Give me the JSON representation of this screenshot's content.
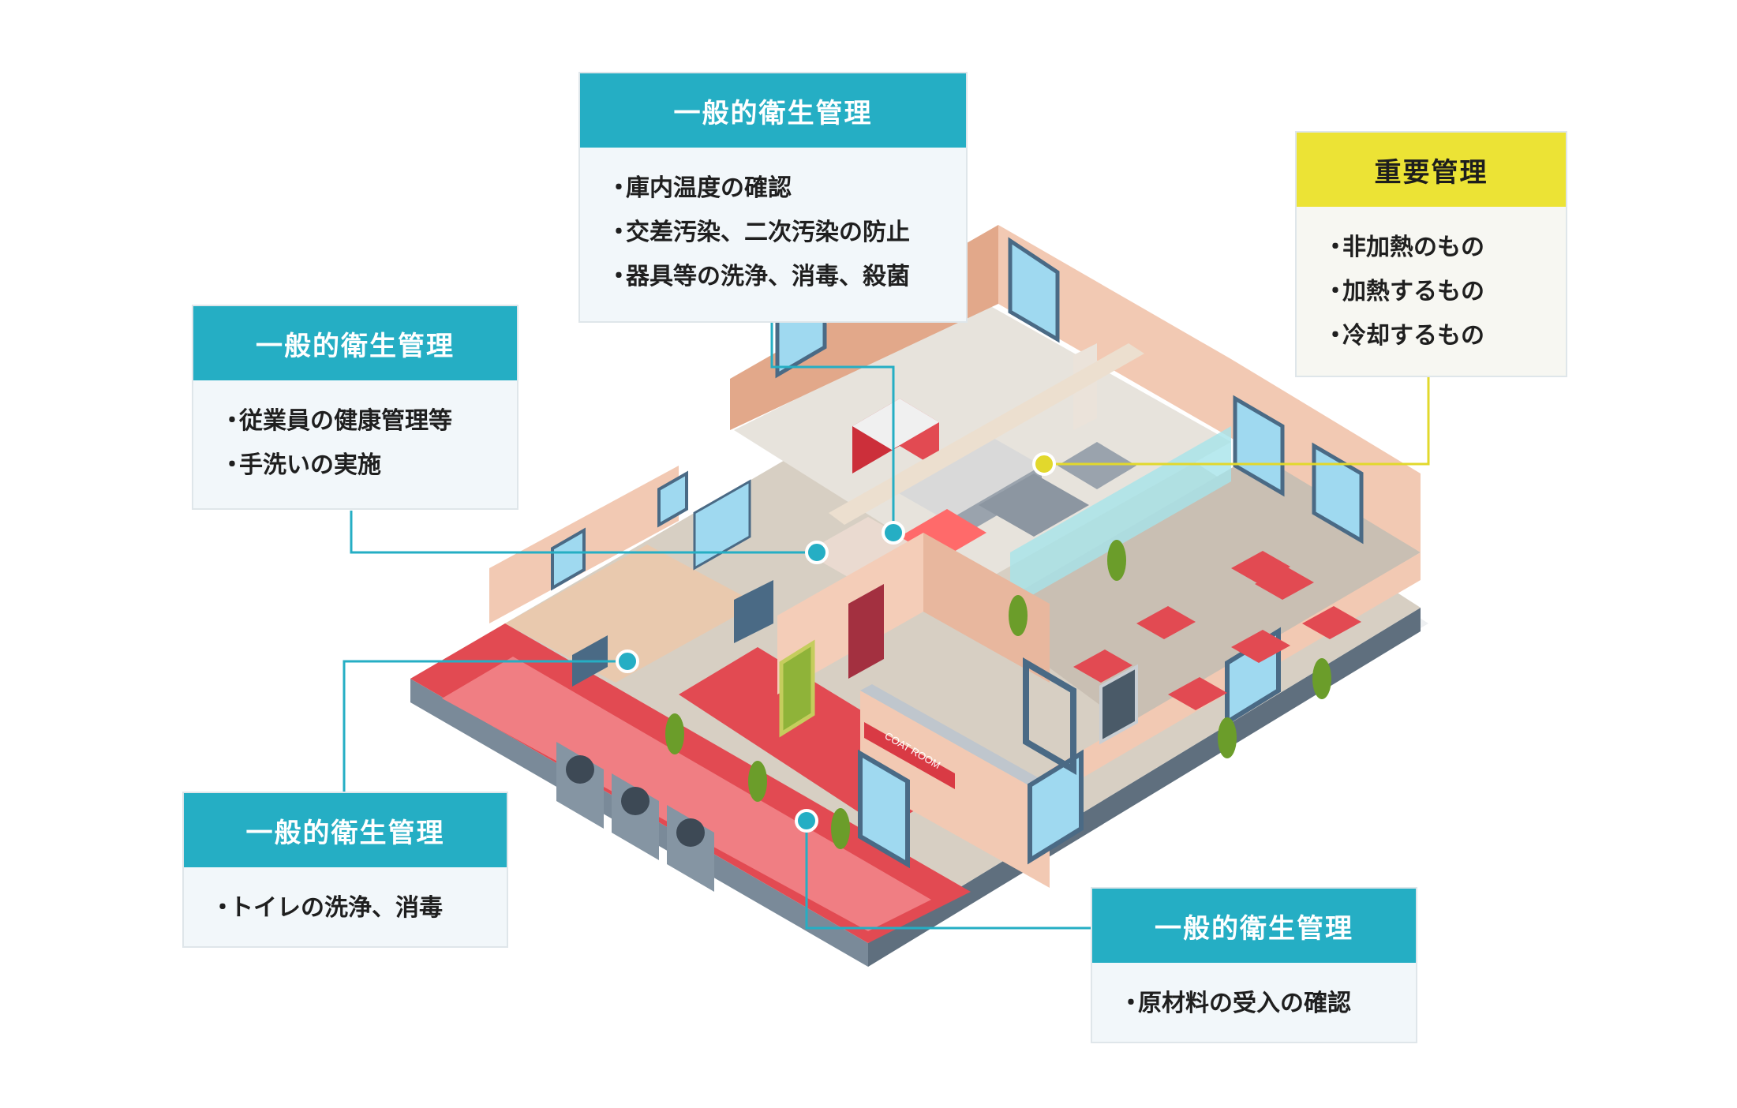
{
  "colors": {
    "teal": "#25aec4",
    "yellow": "#ece335",
    "floor_red": "#e24a52",
    "wall": "#f2c9b3"
  },
  "cards": {
    "top": {
      "title": "一般的衛生管理",
      "items": [
        "庫内温度の確認",
        "交差汚染、二次汚染の防止",
        "器具等の洗浄、消毒、殺菌"
      ]
    },
    "left": {
      "title": "一般的衛生管理",
      "items": [
        "従業員の健康管理等",
        "手洗いの実施"
      ]
    },
    "important": {
      "title": "重要管理",
      "items": [
        "非加熱のもの",
        "加熱するもの",
        "冷却するもの"
      ]
    },
    "toilet": {
      "title": "一般的衛生管理",
      "items": [
        "トイレの洗浄、消毒"
      ]
    },
    "receiving": {
      "title": "一般的衛生管理",
      "items": [
        "原材料の受入の確認"
      ]
    }
  },
  "bullet": "・",
  "scene": {
    "coat_room_sign": "COAT ROOM"
  }
}
